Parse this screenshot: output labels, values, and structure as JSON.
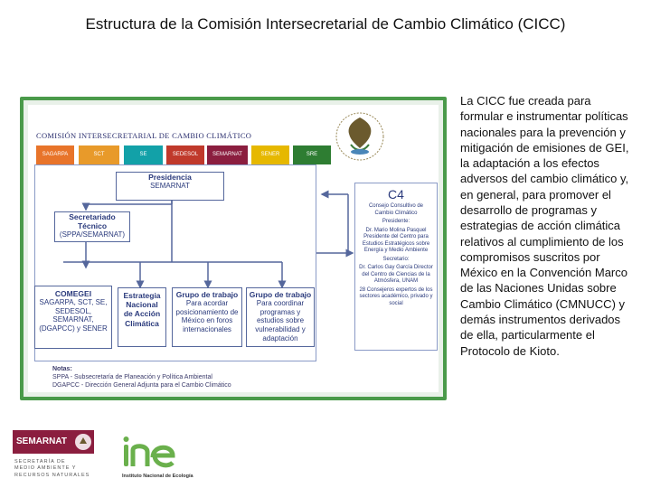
{
  "title": "Estructura de la Comisión Intersecretarial de Cambio Climático (CICC)",
  "diagram": {
    "org_title": "COMISIÓN INTERSECRETARIAL DE CAMBIO CLIMÁTICO",
    "secretariats": [
      {
        "label": "SAGARPA",
        "color": "#e8742a"
      },
      {
        "label": "SCT",
        "color": "#e89a2a"
      },
      {
        "label": "SE",
        "color": "#12a1a8"
      },
      {
        "label": "SEDESOL",
        "color": "#c0392b"
      },
      {
        "label": "SEMARNAT",
        "color": "#8b1e3f"
      },
      {
        "label": "SENER",
        "color": "#e6b800"
      },
      {
        "label": "SRE",
        "color": "#2e7d32"
      }
    ],
    "presidencia": {
      "title": "Presidencia",
      "sub": "SEMARNAT"
    },
    "secretariado": {
      "line1": "Secretariado",
      "line2": "Técnico",
      "line3": "(SPPA/SEMARNAT)"
    },
    "comegei": {
      "title": "COMEGEI",
      "body": "SAGARPA, SCT, SE, SEDESOL, SEMARNAT, (DGAPCC) y SENER"
    },
    "estrategia": {
      "title": "Estrategia Nacional de Acción Climática"
    },
    "grupo1": {
      "title": "Grupo de trabajo",
      "body": "Para acordar posicionamiento de México en foros internacionales"
    },
    "grupo2": {
      "title": "Grupo de trabajo",
      "body": "Para coordinar programas y estudios sobre vulnerabilidad y adaptación"
    },
    "c4": {
      "title": "C4",
      "sub": "Consejo Consultivo de Cambio Climático",
      "presidente_label": "Presidente:",
      "presidente": "Dr. Mario Molina Pasquel Presidente del Centro para Estudios Estratégicos sobre Energía y Medio Ambiente",
      "secretario_label": "Secretario:",
      "secretario": "Dr. Carlos Gay García Director del Centro de Ciencias de la Atmósfera, UNAM",
      "consejeros": "28 Consejeros expertos de los sectores académico, privado y social"
    },
    "notes": {
      "label": "Notas:",
      "lines": [
        "SPPA - Subsecretaría de Planeación y Política Ambiental",
        "DGAPCC - Dirección General Adjunta para el Cambio Climático"
      ]
    }
  },
  "description": "La CICC fue creada para formular e instrumentar políticas nacionales para la prevención y mitigación de emisiones de GEI, la adaptación a los efectos adversos del cambio climático y, en general, para promover el desarrollo de programas y estrategias de acción climática relativos al cumplimiento de los compromisos suscritos por México en la Convención Marco de las Naciones Unidas sobre Cambio Climático (CMNUCC) y demás instrumentos derivados de ella, particularmente el Protocolo de Kioto.",
  "logos": {
    "semarnat": {
      "label": "SEMARNAT",
      "lines": [
        "SECRETARÍA DE",
        "MEDIO AMBIENTE Y",
        "RECURSOS NATURALES"
      ],
      "color": "#8b1e3f"
    },
    "ine": {
      "mark": "ine",
      "caption": "Instituto Nacional de Ecología",
      "color": "#6ab04c"
    }
  },
  "icons": {
    "seal": "mexico-seal-icon"
  }
}
